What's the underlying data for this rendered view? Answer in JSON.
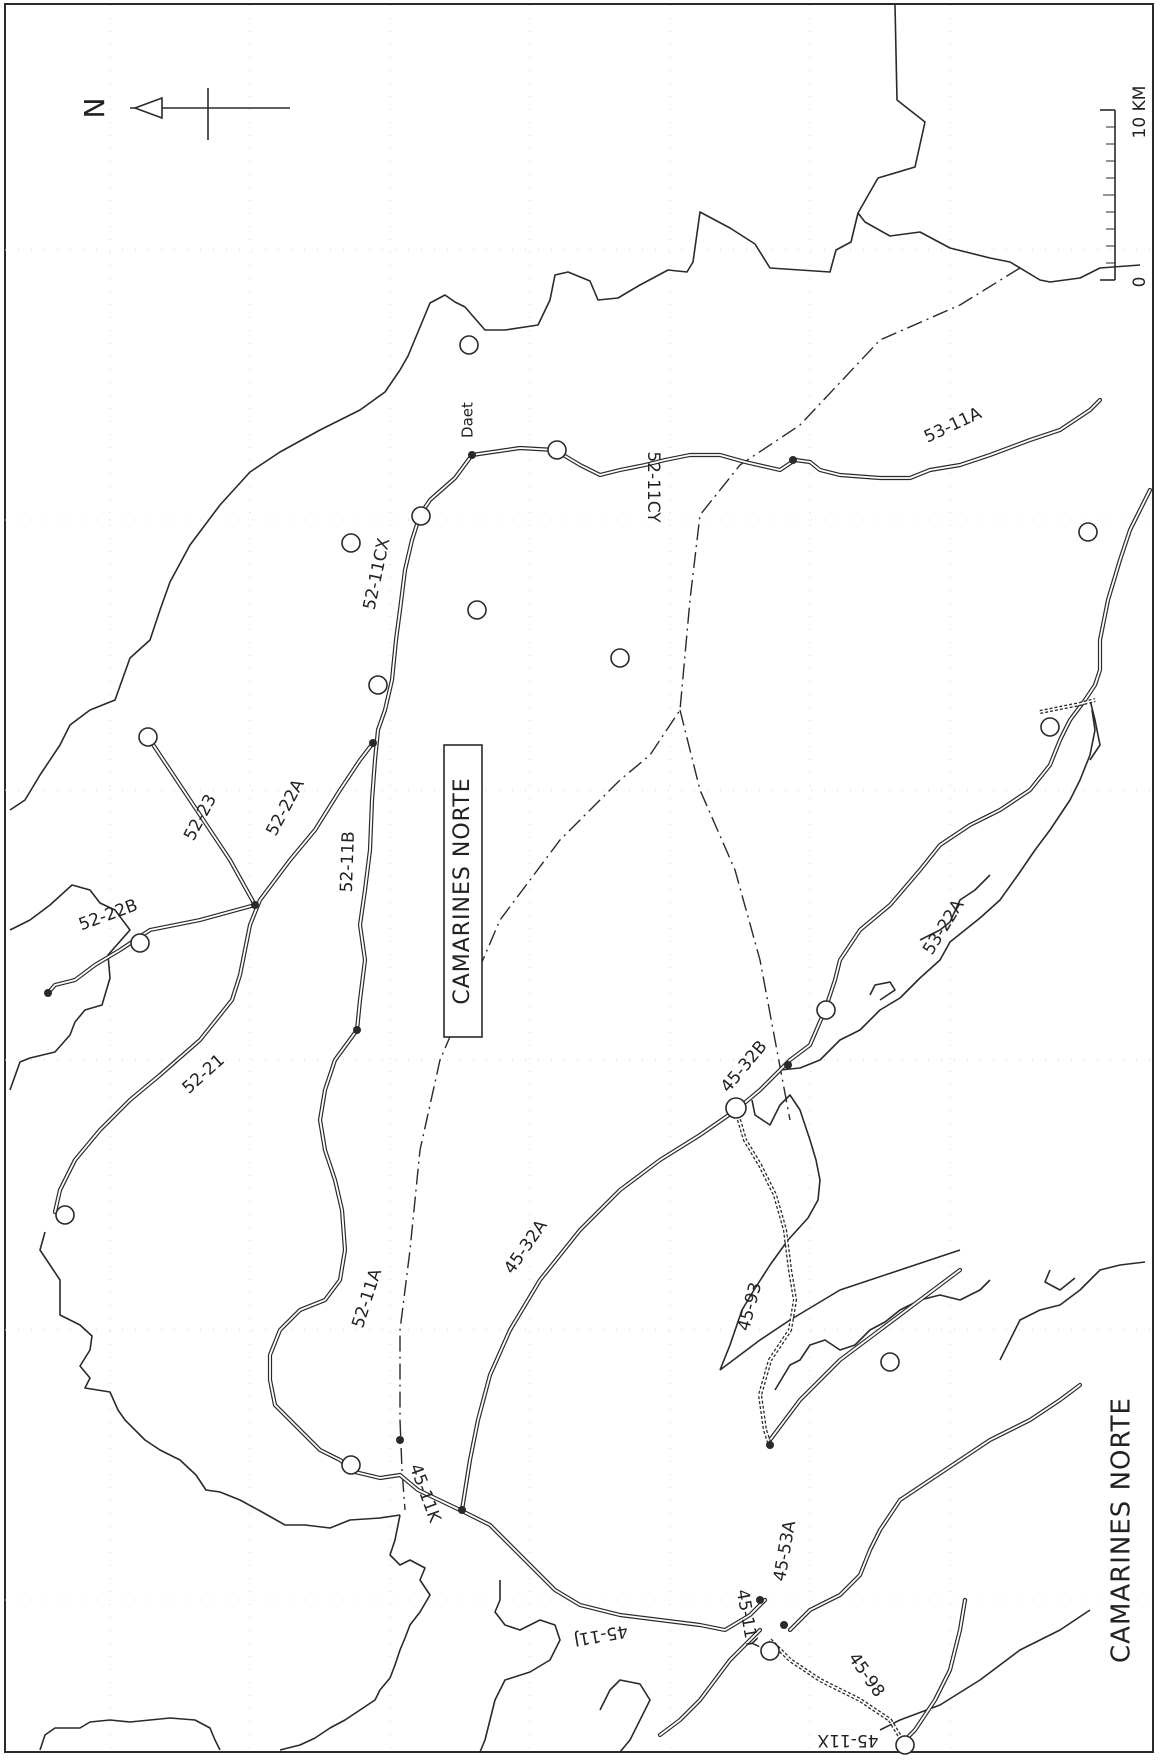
{
  "map": {
    "province_label": "CAMARINES NORTE",
    "caption": "CAMARINES NORTE",
    "town_label": "Daet",
    "north_label": "N",
    "scale": {
      "start": "0",
      "end": "10 KM"
    },
    "road_labels": {
      "r52_11cx": "52-11CX",
      "r52_11cy": "52-11CY",
      "r53_11a": "53-11A",
      "r52_22a": "52-22A",
      "r52_23": "52-23",
      "r52_22b": "52-22B",
      "r52_11b": "52-11B",
      "r52_21": "52-21",
      "r52_11a": "52-11A",
      "r45_32a": "45-32A",
      "r45_32b": "45-32B",
      "r53_22a": "53-22A",
      "r45_93": "45-93",
      "r45_53a": "45-53A",
      "r45_11k": "45-11K",
      "r45_11j": "45-11J",
      "r45_11y": "45-11Y",
      "r45_98": "45-98",
      "r45_11x": "45-11X"
    }
  }
}
